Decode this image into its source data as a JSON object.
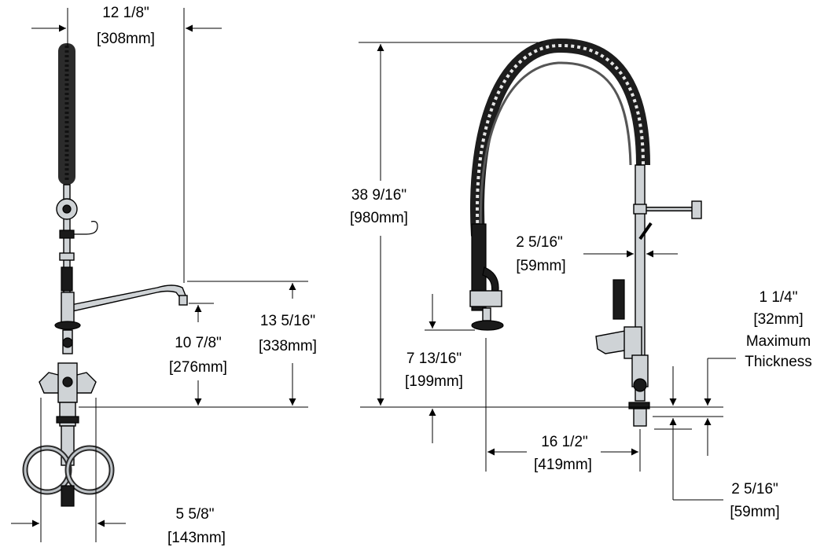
{
  "diagram": {
    "dimensions": {
      "overall_width_side": {
        "imperial": "12 1/8\"",
        "metric": "[308mm]"
      },
      "spout_height": {
        "imperial": "13 5/16\"",
        "metric": "[338mm]"
      },
      "spout_clearance": {
        "imperial": "10 7/8\"",
        "metric": "[276mm]"
      },
      "deck_center": {
        "imperial": "5 5/8\"",
        "metric": "[143mm]"
      },
      "overall_height": {
        "imperial": "38 9/16\"",
        "metric": "[980mm]"
      },
      "column_offset": {
        "imperial": "2 5/16\"",
        "metric": "[59mm]"
      },
      "spray_height": {
        "imperial": "7 13/16\"",
        "metric": "[199mm]"
      },
      "reach": {
        "imperial": "16 1/2\"",
        "metric": "[419mm]"
      },
      "max_thickness": {
        "imperial": "1 1/4\"",
        "metric": "[32mm]",
        "line1": "Maximum",
        "line2": "Thickness"
      },
      "flange_diameter": {
        "imperial": "2 5/16\"",
        "metric": "[59mm]"
      }
    }
  }
}
